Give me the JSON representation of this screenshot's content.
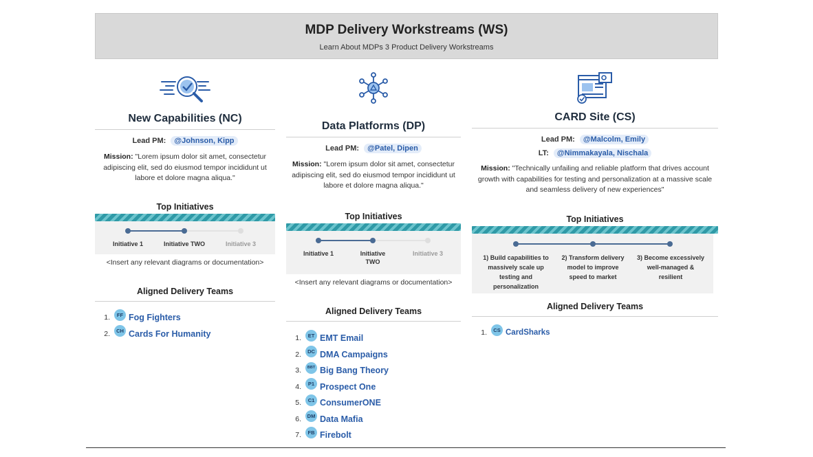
{
  "header": {
    "title": "MDP Delivery Workstreams (WS)",
    "subtitle": "Learn About MDPs 3 Product Delivery Workstreams"
  },
  "colors": {
    "accent": "#2a5ca8",
    "stripe": "#2f9aa7",
    "badge": "#7fc5e8",
    "header_bg": "#d9d9d9"
  },
  "nc": {
    "icon": "magnifier-check-icon",
    "title": "New Capabilities (NC)",
    "lead_pm_label": "Lead PM:",
    "lead_pm": "@Johnson, Kipp",
    "mission_label": "Mission:",
    "mission": "\"Lorem ipsum dolor sit amet, consectetur adipiscing elit, sed do eiusmod tempor incididunt ut labore et dolore magna aliqua.\"",
    "top_initiatives_title": "Top Initiatives",
    "initiatives": [
      "Initiative 1",
      "Initiative TWO",
      "Initiative 3"
    ],
    "insert_note": "<Insert any relevant diagrams or documentation>",
    "aligned_title": "Aligned Delivery Teams",
    "teams": [
      {
        "num": "1.",
        "badge": "FF",
        "name": "Fog Fighters"
      },
      {
        "num": "2.",
        "badge": "CH",
        "name": "Cards For Humanity"
      }
    ]
  },
  "dp": {
    "icon": "data-hub-icon",
    "title": "Data Platforms (DP)",
    "lead_pm_label": "Lead PM:",
    "lead_pm": "@Patel, Dipen",
    "mission_label": "Mission:",
    "mission": "\"Lorem ipsum dolor sit amet, consectetur adipiscing elit, sed do eiusmod tempor incididunt ut labore et dolore magna aliqua.\"",
    "top_initiatives_title": "Top Initiatives",
    "initiatives": [
      "Initiative 1",
      "Initiative TWO",
      "Initiative 3"
    ],
    "insert_note": "<Insert any relevant diagrams or documentation>",
    "aligned_title": "Aligned Delivery Teams",
    "teams": [
      {
        "num": "1.",
        "badge": "ET",
        "name": "EMT Email"
      },
      {
        "num": "2.",
        "badge": "DC",
        "name": "DMA Campaigns"
      },
      {
        "num": "3.",
        "badge": "BBT",
        "name": "Big Bang Theory"
      },
      {
        "num": "4.",
        "badge": "P1",
        "name": "Prospect One"
      },
      {
        "num": "5.",
        "badge": "C1",
        "name": "ConsumerONE"
      },
      {
        "num": "6.",
        "badge": "DM",
        "name": "Data Mafia"
      },
      {
        "num": "7.",
        "badge": "FB",
        "name": "Firebolt"
      }
    ]
  },
  "cs": {
    "icon": "web-dashboard-icon",
    "title": "CARD Site (CS)",
    "lead_pm_label": "Lead PM:",
    "lead_pm": "@Malcolm, Emily",
    "lt_label": "LT:",
    "lt": "@Nimmakayala, Nischala",
    "mission_label": "Mission:",
    "mission": "\"Technically unfailing and reliable platform that drives account growth with capabilities for testing and personalization at a massive scale and seamless delivery of new experiences\"",
    "top_initiatives_title": "Top Initiatives",
    "initiatives": [
      "1) Build capabilities to massively scale up testing and personalization",
      "2) Transform delivery model to improve speed to market",
      "3) Become excessively well-managed & resilient"
    ],
    "aligned_title": "Aligned Delivery Teams",
    "teams": [
      {
        "num": "1.",
        "badge": "CS",
        "name": "CardSharks"
      }
    ]
  }
}
